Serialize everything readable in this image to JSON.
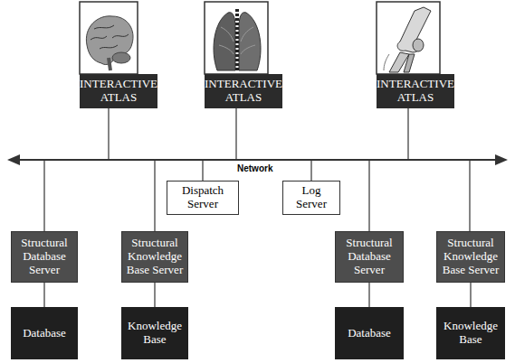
{
  "diagram": {
    "nodes": [
      {
        "text": [
          "INTERACTIVE ATLAS"
        ]
      },
      {
        "text": [
          "INTERACTIVE ATLAS"
        ]
      },
      {
        "text": [
          "INTERACTIVE ATLAS"
        ]
      },
      {
        "text": [
          "Dispatch Server"
        ]
      },
      {
        "text": [
          "Log Server"
        ]
      },
      {
        "text": [
          "Structural Database Server"
        ]
      },
      {
        "text": [
          "Structural Knowledge Base Server"
        ]
      },
      {
        "text": [
          "Structural Database Server"
        ]
      },
      {
        "text": [
          "Structural Knowledge Base Server"
        ]
      },
      {
        "text": [
          "Database"
        ]
      },
      {
        "text": [
          "Knowledge Base"
        ]
      },
      {
        "text": [
          "Database"
        ]
      },
      {
        "text": [
          "Knowledge Base"
        ]
      }
    ],
    "edges": [
      {
        "from": 5,
        "to": 9,
        "arrow": "none"
      },
      {
        "from": 6,
        "to": 10,
        "arrow": "none"
      },
      {
        "from": 7,
        "to": 11,
        "arrow": "none"
      },
      {
        "from": 8,
        "to": 12,
        "arrow": "none"
      }
    ],
    "labels": [
      "Network"
    ]
  }
}
